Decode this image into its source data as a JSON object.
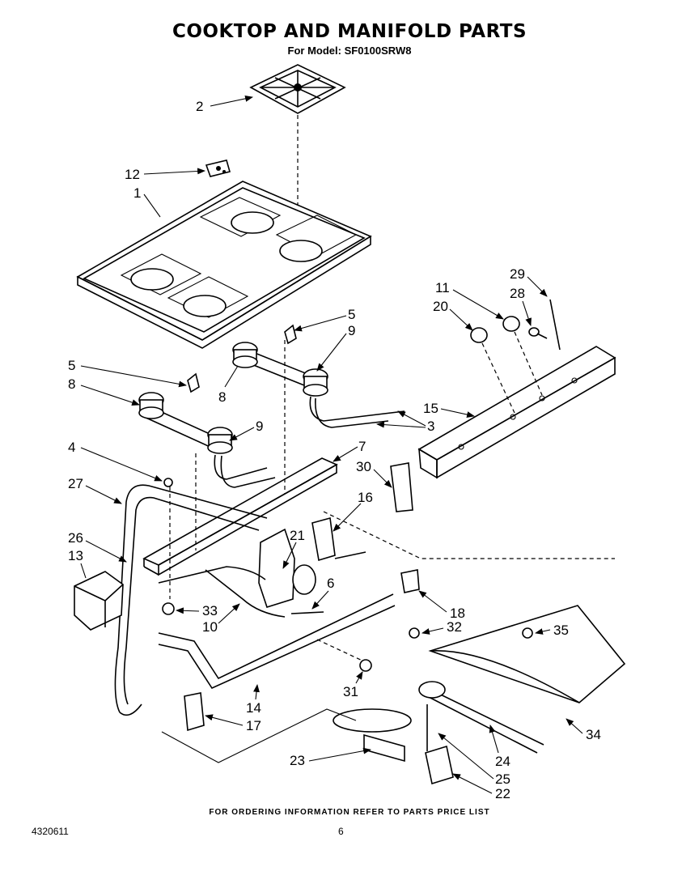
{
  "title": "COOKTOP AND MANIFOLD PARTS",
  "subtitle": "For Model: SF0100SRW8",
  "footer_note": "FOR ORDERING INFORMATION REFER TO PARTS PRICE LIST",
  "doc_number": "4320611",
  "page_number": "6",
  "callouts": [
    "2",
    "12",
    "1",
    "5",
    "9",
    "8",
    "5",
    "8",
    "9",
    "3",
    "11",
    "20",
    "29",
    "28",
    "15",
    "7",
    "4",
    "27",
    "30",
    "16",
    "21",
    "26",
    "13",
    "6",
    "18",
    "33",
    "10",
    "32",
    "35",
    "31",
    "14",
    "17",
    "34",
    "23",
    "24",
    "25",
    "22"
  ]
}
